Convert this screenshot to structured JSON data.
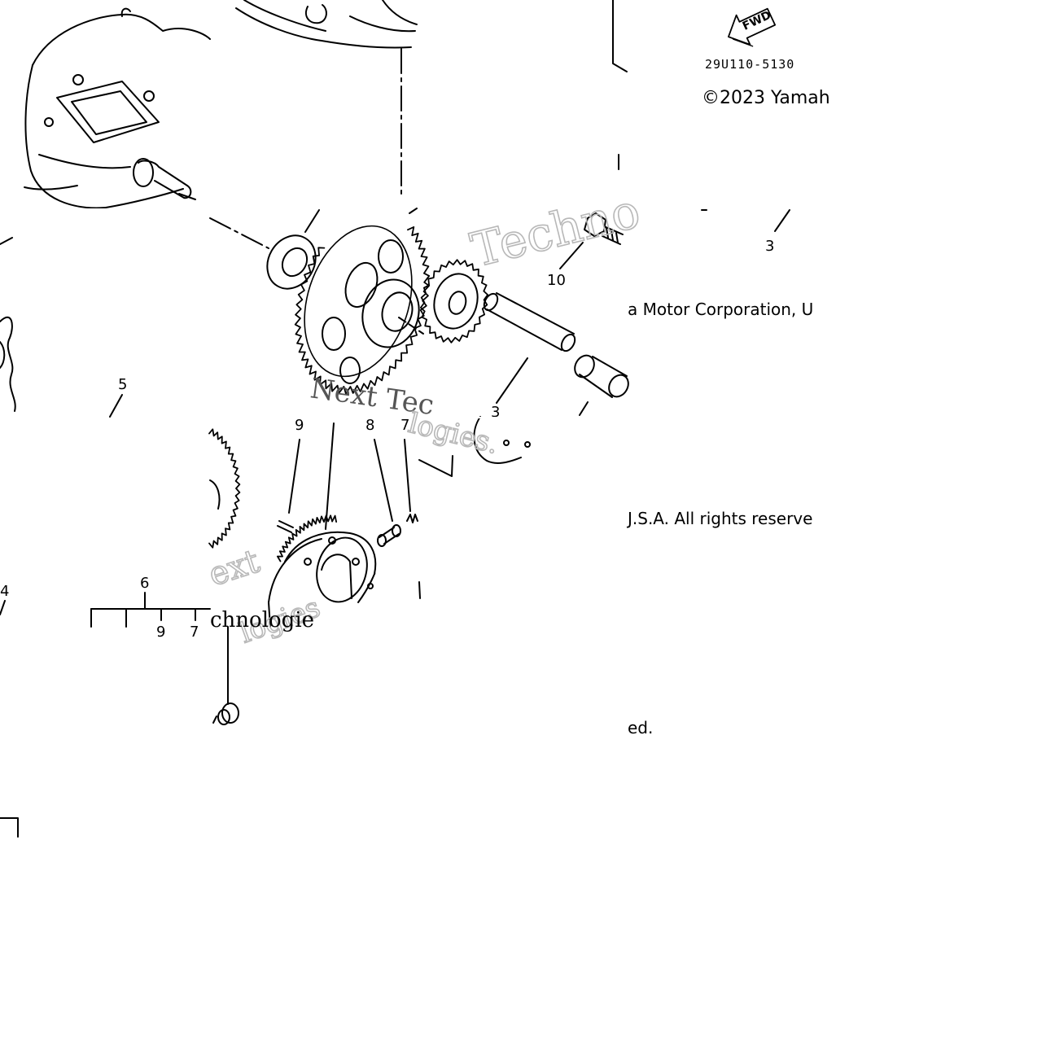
{
  "copyright": {
    "line1": "©2023 Yamah",
    "line2": "a Motor Corporation, U",
    "line3": "J.S.A. All rights reserve",
    "line4": "ed."
  },
  "reference_code": "29U110-5130",
  "fwd_label": "FWD",
  "callouts": {
    "c3a": "3",
    "c3b": "3",
    "c4": "4",
    "c5": "5",
    "c6": "6",
    "c7a": "7",
    "c7b": "7",
    "c8": "8",
    "c9a": "9",
    "c9b": "9",
    "c10": "10"
  },
  "watermark": {
    "w1": "Techno",
    "w2": "Next Tec",
    "w3": "logies.",
    "w4": "ext",
    "w5": "logies",
    "w6": "chnologie"
  },
  "icons": [
    "fwd-arrow-icon"
  ]
}
